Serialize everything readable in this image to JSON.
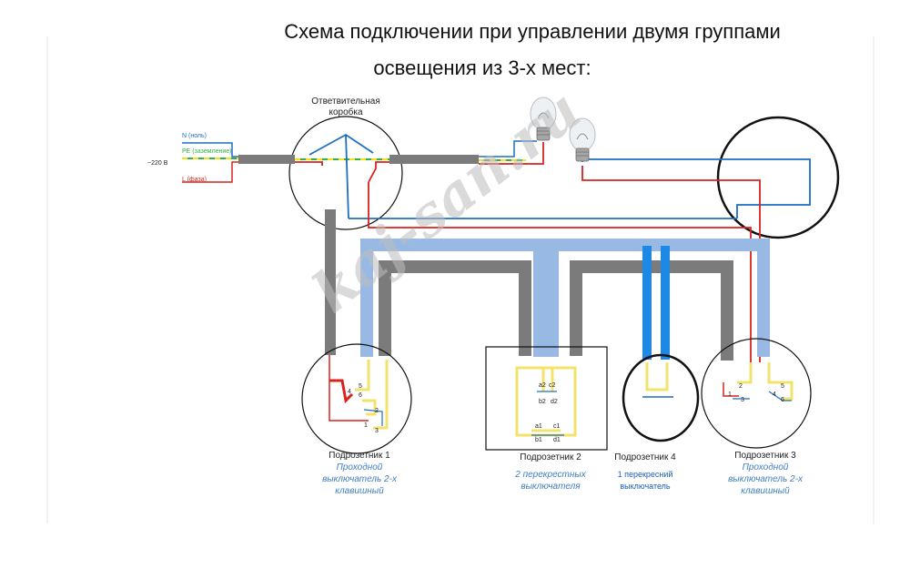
{
  "title_line1": "Схема подключении при управлении двумя группами",
  "title_line2": "освещения из 3-х мест:",
  "watermark": "kaj-san.ru",
  "junction_box_label": "Ответвительная коробка",
  "supply": {
    "voltage": "~220 В",
    "neutral": "N (ноль)",
    "ground": "PE (заземление)",
    "phase": "L (фаза)"
  },
  "colors": {
    "phase": "#d9231f",
    "neutral": "#1f6fc1",
    "ground_green": "#33b04a",
    "ground_yellow": "#f1e21a",
    "cable_grey": "#7b7b7b",
    "cable_blue": "#98b9e4",
    "cable_bright": "#1e88e5",
    "contact_yellow": "#f3e36b"
  },
  "boxes": [
    {
      "name": "Подрозетник 1",
      "desc": "Проходной выключатель 2-х клавишный"
    },
    {
      "name": "Подрозетник 2",
      "desc": "2 перекрестных выключателя"
    },
    {
      "name": "Подрозетник 4",
      "desc": "1 перекресний выключатель"
    },
    {
      "name": "Подрозетник 3",
      "desc": "Проходной выключатель 2-х клавишный"
    }
  ],
  "terminals": {
    "box1": [
      "4",
      "5",
      "6",
      "2",
      "1",
      "3"
    ],
    "box2": [
      "a2",
      "c2",
      "b2",
      "d2",
      "a1",
      "c1",
      "b1",
      "d1"
    ],
    "box3": [
      "2",
      "1",
      "3",
      "5",
      "4",
      "6"
    ]
  },
  "icons": {
    "lamp": "lamp-icon",
    "junction": "junction-box-icon"
  }
}
